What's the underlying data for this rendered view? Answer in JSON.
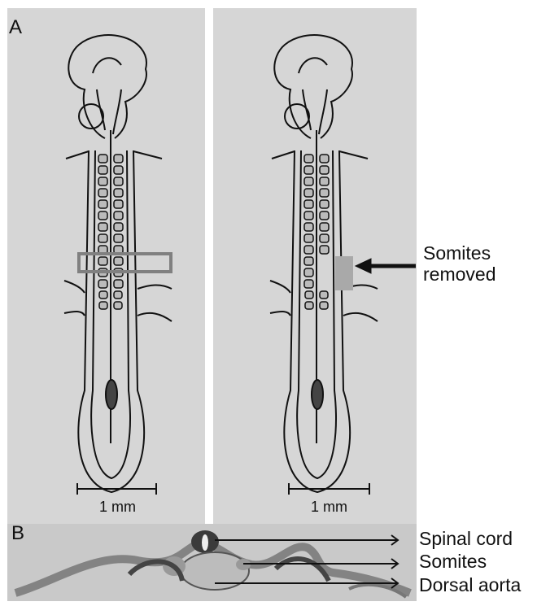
{
  "panels": {
    "a": {
      "letter": "A",
      "scale_left": "1 mm",
      "scale_right": "1 mm"
    },
    "b": {
      "letter": "B"
    }
  },
  "callouts": {
    "removed_line1": "Somites",
    "removed_line2": "removed"
  },
  "labels_b": [
    "Spinal cord",
    "Somites",
    "Dorsal aorta"
  ],
  "colors": {
    "panel_bg": "#d6d6d6",
    "highlight_box": "#808080",
    "removed_patch": "#a9a9a9"
  }
}
